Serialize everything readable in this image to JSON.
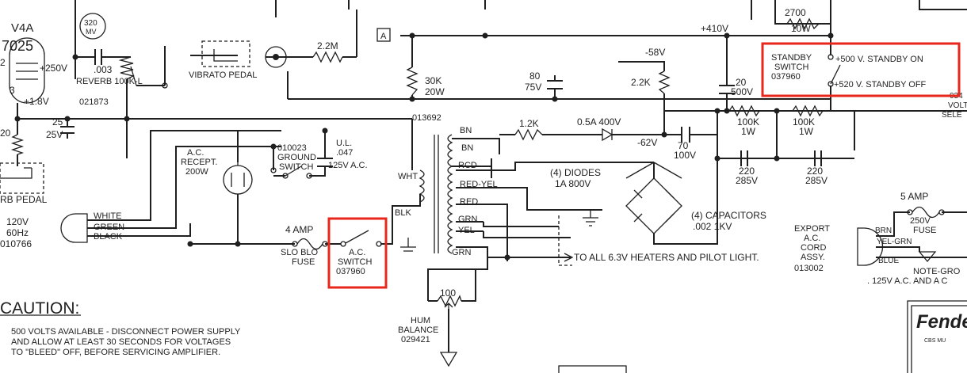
{
  "colors": {
    "ink": "#1f1f1f",
    "highlight": "#e8261c",
    "paper": "#ffffff"
  },
  "tube": {
    "name": "V4A",
    "type": "7025",
    "pin_left": "2",
    "pin_bottom": "3",
    "plate_voltage": "+250V",
    "cathode_voltage": "+1.8V"
  },
  "badge_320": {
    "line1": "320",
    "line2": "MV"
  },
  "labels": {
    "c_003": ".003",
    "reverb_pot": "REVERB 100K-L",
    "reverb_pot_part": "021873",
    "vibrato_pedal": "VIBRATO PEDAL",
    "r_2_2m": "2.2M",
    "box_a": "A",
    "r_30k": "30K",
    "r_30k_w": "20W",
    "c_80": "80",
    "c_80_v": "75V",
    "v_410": "+410V",
    "v_58": "-58V",
    "r_2_2k": "2.2K",
    "r_2700": "2700",
    "r_2700_w": "10W",
    "c_20": "20",
    "c_20_v": "500V",
    "standby_line1": "STANDBY",
    "standby_line2": "SWITCH",
    "standby_part": "037960",
    "standby_on": "+500 V. STANDBY ON",
    "standby_off": "+520 V. STANDBY OFF",
    "volt_sel_1": "034",
    "volt_sel_2": "VOLT",
    "volt_sel_3": "SELE",
    "c_25": "25",
    "c_25_v": "25V",
    "r_20": "20",
    "rb_pedal": "RB PEDAL",
    "transformer_part": "013692",
    "ac_recept_1": "A.C.",
    "ac_recept_2": "RECEPT.",
    "ac_recept_3": "200W",
    "ground_switch_1": "010023",
    "ground_switch_2": "GROUND",
    "ground_switch_3": "SWITCH",
    "cap_ul_1": "U.L.",
    "cap_ul_2": ".047",
    "cap_ul_3": "125V A.C.",
    "lead_bn_top": "BN",
    "lead_bn": "BN",
    "lead_rcd": "RCD",
    "lead_red_yel": "RED-YEL",
    "lead_red": "RED",
    "lead_grn": "GRN",
    "lead_yel": "YEL",
    "lead_grn2": "GRN",
    "lead_wht": "WHT",
    "lead_blk": "BLK",
    "r_1_2k": "1.2K",
    "fuse_05a": "0.5A 400V",
    "v_62": "-62V",
    "c_70": "70",
    "c_70_v": "100V",
    "r_100k_a": "100K",
    "r_100k_a_w": "1W",
    "r_100k_b": "100K",
    "r_100k_b_w": "1W",
    "c_220_a": "220",
    "c_220_a_v": "285V",
    "c_220_b": "220",
    "c_220_b_v": "285V",
    "diodes_1": "(4) DIODES",
    "diodes_2": "1A 800V",
    "caps_1": "(4) CAPACITORS",
    "caps_2": ".002 1KV",
    "mains_1": "120V",
    "mains_2": "60Hz",
    "mains_part": "010766",
    "wire_white": "WHITE",
    "wire_green": "GREEN",
    "wire_black": "BLACK",
    "fuse_4amp": "4 AMP",
    "fuse_slo_1": "SLO BLO",
    "fuse_slo_2": "FUSE",
    "ac_switch_1": "A.C.",
    "ac_switch_2": "SWITCH",
    "ac_switch_part": "037960",
    "heaters": "TO ALL 6.3V HEATERS AND PILOT LIGHT.",
    "hum_100": "100",
    "hum_1": "HUM",
    "hum_2": "BALANCE",
    "hum_part": "029421",
    "caution": "CAUTION:",
    "caution_1": "500 VOLTS AVAILABLE - DISCONNECT POWER SUPPLY",
    "caution_2": "AND ALLOW AT LEAST 30 SECONDS FOR VOLTAGES",
    "caution_3": "TO \"BLEED\" OFF, BEFORE SERVICING AMPLIFIER.",
    "fuse_5amp": "5 AMP",
    "fuse_250v_1": "250V",
    "fuse_250v_2": "FUSE",
    "export_1": "EXPORT",
    "export_2": "A.C.",
    "export_3": "CORD",
    "export_4": "ASSY.",
    "export_part": "013002",
    "export_brn": "BRN",
    "export_yelgrn": "YEL-GRN",
    "export_blue": "BLUE",
    "note_1": "NOTE-GRO",
    "note_2": ". 125V A.C. AND A C",
    "logo": "Fender",
    "logo_small": "CBS MU"
  }
}
